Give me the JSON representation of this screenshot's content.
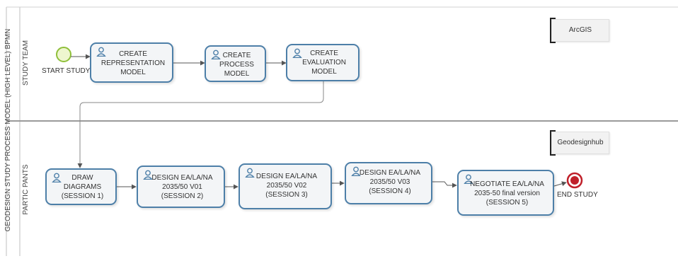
{
  "pool": {
    "label": "GEODESIGN STUDY PROCESS MODEL (HIGH LEVEL) BPMN"
  },
  "lanes": [
    {
      "label": "STUDY TEAM"
    },
    {
      "label": "PARTIC PANTS"
    }
  ],
  "events": {
    "start": {
      "label": "START STUDY"
    },
    "end": {
      "label": "END STUDY"
    }
  },
  "tasks": [
    {
      "line1": "CREATE",
      "line2": "REPRESENTATION",
      "line3": "MODEL"
    },
    {
      "line1": "CREATE",
      "line2": "PROCESS",
      "line3": "MODEL"
    },
    {
      "line1": "CREATE",
      "line2": "EVALUATION",
      "line3": "MODEL"
    },
    {
      "line1": "DRAW",
      "line2": "DIAGRAMS",
      "line3": "(SESSION 1)"
    },
    {
      "line1": "DESIGN EA/LA/NA",
      "line2": "2035/50 V01",
      "line3": "(SESSION 2)"
    },
    {
      "line1": "DESIGN EA/LA/NA",
      "line2": "2035/50 V02",
      "line3": "(SESSION 3)"
    },
    {
      "line1": "DESIGN EA/LA/NA",
      "line2": "2035/50 V03",
      "line3": "(SESSION 4)"
    },
    {
      "line1": "NEGOTIATE EA/LA/NA",
      "line2": "2035-50 final version",
      "line3": "(SESSION 5)"
    }
  ],
  "annotations": [
    {
      "label": "ArcGIS"
    },
    {
      "label": "Geodesignhub"
    }
  ],
  "colors": {
    "task_border": "#4d7fa8",
    "task_fill": "#f3f5f7",
    "start_event": "#8fbf3a",
    "end_event": "#c0202a",
    "flow_line": "#555555",
    "lane_divider": "#9a9a9a"
  }
}
